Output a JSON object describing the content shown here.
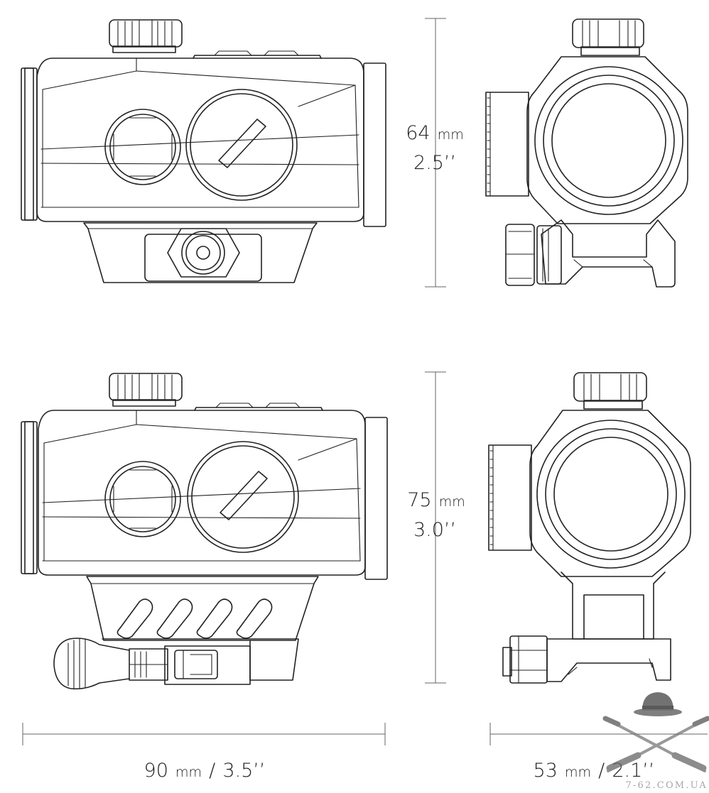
{
  "dimensions": {
    "height_standard": {
      "value": "64",
      "unit": "mm",
      "imperial": "2.5’’"
    },
    "height_riser": {
      "value": "75",
      "unit": "mm",
      "imperial": "3.0’’"
    },
    "length": {
      "value": "90",
      "unit": "mm",
      "sep": "/",
      "imperial": "3.5’’"
    },
    "width": {
      "value": "53",
      "unit": "mm",
      "sep": "/",
      "imperial": "2.1’’"
    }
  },
  "watermark": {
    "text": "7-62.COM.UA"
  },
  "colors": {
    "line": "#222222",
    "dimension_line": "#666666",
    "background": "#ffffff"
  }
}
